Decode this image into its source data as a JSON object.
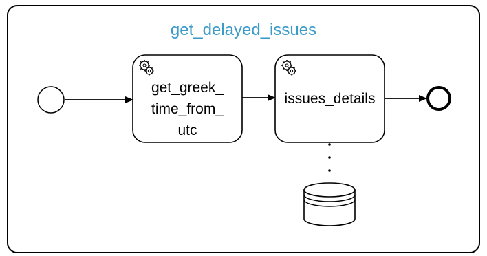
{
  "diagram": {
    "process_name": "get_delayed_issues",
    "tasks": [
      {
        "id": "task-1",
        "label_lines": [
          "get_greek_",
          "time_from_",
          "utc"
        ],
        "type": "service-task",
        "icon": "gears-icon"
      },
      {
        "id": "task-2",
        "label_lines": [
          "issues_details"
        ],
        "type": "service-task",
        "icon": "gears-icon"
      }
    ],
    "start_event": {
      "type": "start-event"
    },
    "end_event": {
      "type": "end-event"
    },
    "data_store": {
      "type": "data-store"
    },
    "colors": {
      "title": "#3a9bc9",
      "stroke": "#000000",
      "background": "#ffffff"
    }
  }
}
